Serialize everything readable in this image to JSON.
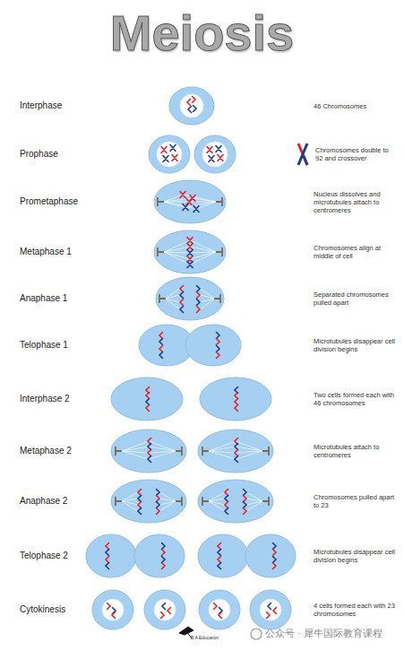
{
  "diagram": {
    "title": "Meiosis",
    "labels": [
      "Interphase",
      "46 Chromosomes",
      "Prophase",
      "Chromosomes double to 92 and crossover",
      "Prometaphase",
      "Nucleus dissolves and microtubules attach to centromeres",
      "Metaphase 1",
      "Chromosomes align at middle of cell",
      "Anaphase 1",
      "Separated chromosomes pulled apart",
      "Telophase 1",
      "Microtubules disappear cell division begins",
      "Interphase 2",
      "Two cells formed each with 46 chromosomes",
      "Metaphase 2",
      "Microtubules attach to centromeres",
      "Anaphase 2",
      "Chromosomes pulled apart to 23",
      "Telophase 2",
      "Microtubules disappear cell division begins",
      "Cytokinesis",
      "4 cells formed each with 23 chromosomes",
      "B A Education",
      "公众号 · 犀牛国际教育课程"
    ]
  }
}
